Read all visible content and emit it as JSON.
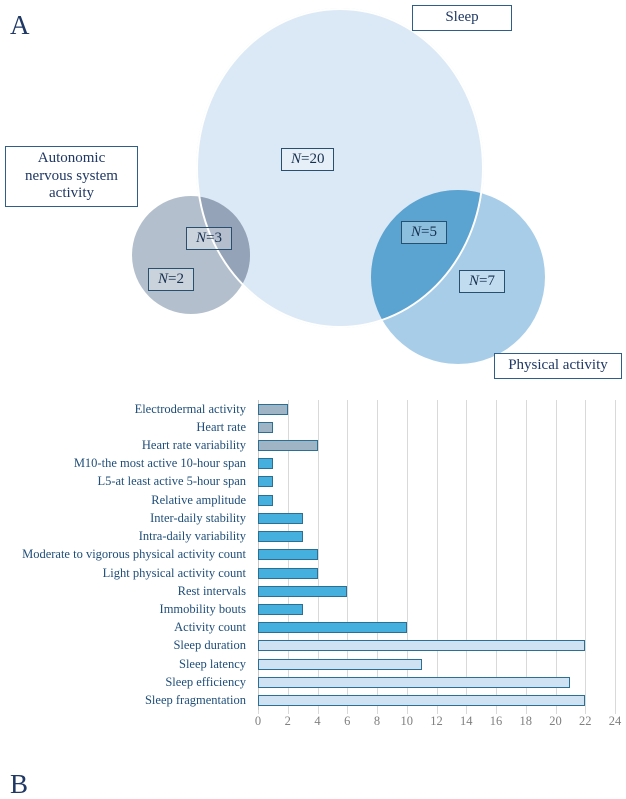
{
  "panels": {
    "a_letter": "A",
    "b_letter": "B"
  },
  "venn": {
    "sets": [
      {
        "key": "sleep",
        "label": "Sleep",
        "color": "#dbe8f5"
      },
      {
        "key": "ans",
        "label": "Autonomic nervous system activity",
        "color": "#b3bfcd"
      },
      {
        "key": "pa",
        "label": "Physical activity",
        "color": "#a8cde8"
      }
    ],
    "regions": [
      {
        "key": "sleep_only",
        "prefix": "N",
        "eq": "=",
        "value": "20"
      },
      {
        "key": "ans_sleep",
        "prefix": "N",
        "eq": "=",
        "value": "3"
      },
      {
        "key": "ans_only",
        "prefix": "N",
        "eq": "=",
        "value": "2"
      },
      {
        "key": "pa_sleep",
        "prefix": "N",
        "eq": "=",
        "value": "5"
      },
      {
        "key": "pa_only",
        "prefix": "N",
        "eq": "=",
        "value": "7"
      }
    ],
    "overlap_colors": {
      "ans_sleep": "#94a3b8",
      "pa_sleep": "#5ba3d0"
    }
  },
  "chart_data": {
    "type": "bar",
    "orientation": "horizontal",
    "title": "",
    "xlabel": "",
    "ylabel": "",
    "xlim": [
      0,
      24
    ],
    "xticks": [
      0,
      2,
      4,
      6,
      8,
      10,
      12,
      14,
      16,
      18,
      20,
      22,
      24
    ],
    "grid": true,
    "legend": "none",
    "group_colors": {
      "autonomic_nervous_system": "#9fb4c4",
      "physical_activity": "#45b0dd",
      "sleep": "#cfe2f3"
    },
    "categories": [
      "Electrodermal activity",
      "Heart rate",
      "Heart rate variability",
      "M10-the most active 10-hour span",
      "L5-at least active 5-hour span",
      "Relative amplitude",
      "Inter-daily stability",
      "Intra-daily variability",
      "Moderate to vigorous physical activity count",
      "Light physical activity count",
      "Rest intervals",
      "Immobility bouts",
      "Activity count",
      "Sleep duration",
      "Sleep latency",
      "Sleep efficiency",
      "Sleep fragmentation"
    ],
    "values": [
      2,
      1,
      4,
      1,
      1,
      1,
      3,
      3,
      4,
      4,
      6,
      3,
      10,
      22,
      11,
      21,
      22
    ],
    "groups": [
      "autonomic_nervous_system",
      "autonomic_nervous_system",
      "autonomic_nervous_system",
      "physical_activity",
      "physical_activity",
      "physical_activity",
      "physical_activity",
      "physical_activity",
      "physical_activity",
      "physical_activity",
      "physical_activity",
      "physical_activity",
      "physical_activity",
      "sleep",
      "sleep",
      "sleep",
      "sleep"
    ]
  }
}
